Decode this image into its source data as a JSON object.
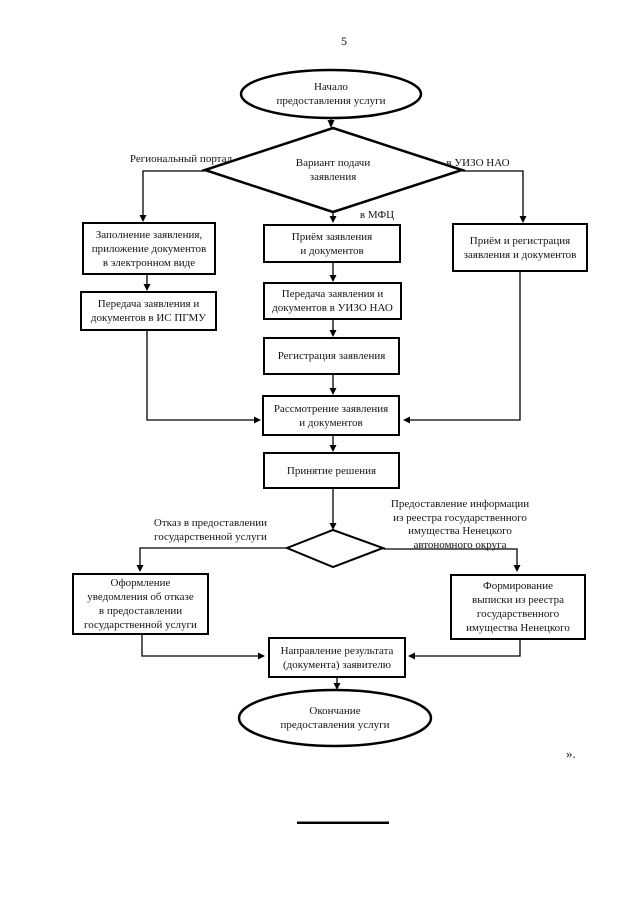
{
  "page": {
    "number": "5",
    "closing_mark": "»."
  },
  "colors": {
    "ink": "#000000",
    "background": "#ffffff"
  },
  "nodes": {
    "start": "Начало\nпредоставления услуги",
    "decision1": "Вариант подачи\nзаявления",
    "fill_application": "Заполнение заявления,\nприложение документов\nв электронном виде",
    "transfer_pgmu": "Передача заявления и\nдокументов в ИС ПГМУ",
    "receive_docs": "Приём заявления\nи документов",
    "transfer_uizo": "Передача заявления и\nдокументов в УИЗО НАО",
    "register": "Регистрация заявления",
    "review": "Рассмотрение заявления\nи документов",
    "decide": "Принятие решения",
    "receive_register": "Приём и регистрация\nзаявления и документов",
    "refusal_notice": "Оформление\nуведомления об отказе\nв предоставлении\nгосударственной услуги",
    "form_extract": "Формирование\nвыписки из реестра\nгосударственного\nимущества Ненецкого",
    "send_result": "Направление результата\n(документа) заявителю",
    "end": "Окончание\nпредоставления услуги"
  },
  "edge_labels": {
    "regional_portal": "Региональный портал",
    "to_uizo": "в УИЗО НАО",
    "to_mfc": "в МФЦ",
    "refusal": "Отказ в предоставлении\nгосударственной услуги",
    "provide_info": "Предоставление информации\nиз реестра государственного\nимущества Ненецкого\nавтономного округа"
  }
}
